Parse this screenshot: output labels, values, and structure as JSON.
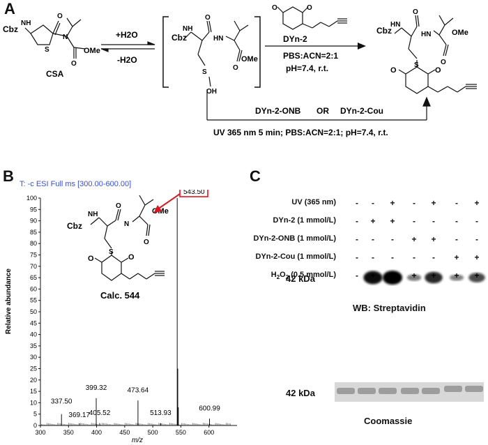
{
  "panels": {
    "a": "A",
    "b": "B",
    "c": "C"
  },
  "scheme_a": {
    "csa_label": "CSA",
    "plus_water": "+H2O",
    "minus_water": "-H2O",
    "reagent_top": "DYn-2",
    "conditions_1": "PBS:ACN=2:1",
    "conditions_2": "pH=7.4, r.t.",
    "reagents_bottom_1": "DYn-2-ONB",
    "reagents_bottom_or": "OR",
    "reagents_bottom_2": "DYn-2-Cou",
    "conditions_bottom": "UV 365 nm 5 min; PBS:ACN=2:1;  pH=7.4, r.t.",
    "groups": {
      "cbz": "Cbz",
      "nh": "NH",
      "hn": "HN",
      "n": "N",
      "s": "S",
      "oh": "OH",
      "o": "O",
      "ome": "OMe"
    }
  },
  "ms_panel": {
    "header": "T: -c ESI Full ms  [300.00-600.00]",
    "ylabel": "Relative abundance",
    "xlabel": "m/z",
    "highlight_peak": "543.50",
    "calc_label": "Calc. 544",
    "peak_labels": [
      "337.50",
      "369.17",
      "399.32",
      "405.52",
      "473.64",
      "513.93",
      "600.99"
    ]
  },
  "chart_data": {
    "type": "bar",
    "title": "T: -c ESI Full ms  [300.00-600.00]",
    "xlabel": "m/z",
    "ylabel": "Relative abundance",
    "xlim": [
      300,
      650
    ],
    "ylim": [
      0,
      100
    ],
    "xticks": [
      300,
      350,
      400,
      450,
      500,
      550,
      600
    ],
    "yticks": [
      0,
      5,
      10,
      15,
      20,
      25,
      30,
      35,
      40,
      45,
      50,
      55,
      60,
      65,
      70,
      75,
      80,
      85,
      90,
      95,
      100
    ],
    "peaks": [
      {
        "mz": 337.5,
        "intensity": 5
      },
      {
        "mz": 369.17,
        "intensity": 1
      },
      {
        "mz": 399.32,
        "intensity": 12
      },
      {
        "mz": 405.52,
        "intensity": 1
      },
      {
        "mz": 473.64,
        "intensity": 11
      },
      {
        "mz": 513.93,
        "intensity": 1
      },
      {
        "mz": 543.5,
        "intensity": 100
      },
      {
        "mz": 544.5,
        "intensity": 25
      },
      {
        "mz": 545.5,
        "intensity": 8
      },
      {
        "mz": 600.99,
        "intensity": 3
      }
    ]
  },
  "wb_panel": {
    "rows": [
      {
        "label": "UV (365 nm)",
        "values": [
          "-",
          "-",
          "+",
          "-",
          "+",
          "-",
          "+"
        ]
      },
      {
        "label": "DYn-2 (1 mmol/L)",
        "values": [
          "-",
          "+",
          "+",
          "-",
          "-",
          "-",
          "-"
        ]
      },
      {
        "label": "DYn-2-ONB (1 mmol/L)",
        "values": [
          "-",
          "-",
          "-",
          "+",
          "+",
          "-",
          "-"
        ]
      },
      {
        "label": "DYn-2-Cou (1 mmol/L)",
        "values": [
          "-",
          "-",
          "-",
          "-",
          "-",
          "+",
          "+"
        ]
      },
      {
        "label": "H2O2 (0.5 mmol/L)",
        "values": [
          "-",
          "+",
          "+",
          "+",
          "+",
          "+",
          "+"
        ]
      }
    ],
    "kda_1": "42 kDa",
    "wb_label": "WB: Streptavidin",
    "kda_2": "42 kDa",
    "coomassie_label": "Coomassie",
    "band_intensity": [
      0,
      0.92,
      1.0,
      0.25,
      0.75,
      0.22,
      0.55
    ]
  }
}
